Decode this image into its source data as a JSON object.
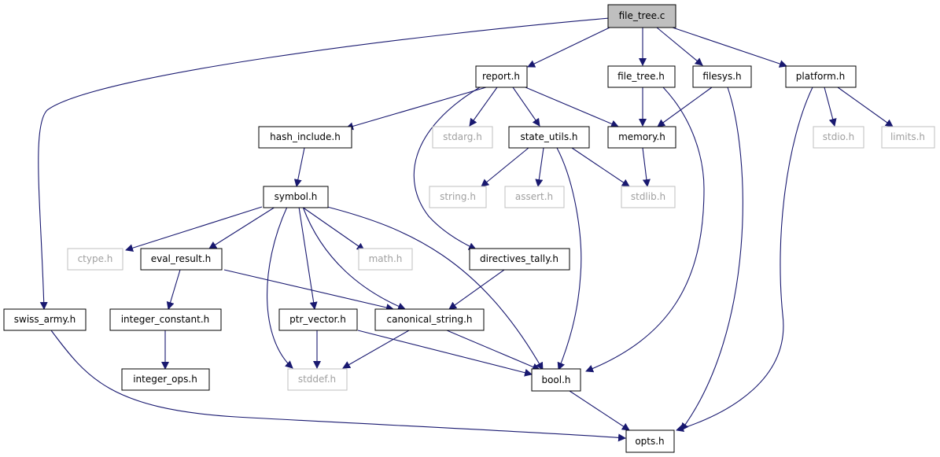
{
  "colors": {
    "edge": "#191970",
    "node_border": "#000000",
    "system_border": "#bfbfbf",
    "root_fill": "#bfbfbf",
    "text": "#000000",
    "system_text": "#a0a0a0"
  },
  "nodes": {
    "file_tree_c": "file_tree.c",
    "report_h": "report.h",
    "file_tree_h": "file_tree.h",
    "filesys_h": "filesys.h",
    "platform_h": "platform.h",
    "hash_include_h": "hash_include.h",
    "stdarg_h": "stdarg.h",
    "state_utils_h": "state_utils.h",
    "memory_h": "memory.h",
    "stdio_h": "stdio.h",
    "limits_h": "limits.h",
    "symbol_h": "symbol.h",
    "string_h": "string.h",
    "assert_h": "assert.h",
    "stdlib_h": "stdlib.h",
    "ctype_h": "ctype.h",
    "eval_result_h": "eval_result.h",
    "math_h": "math.h",
    "directives_tally_h": "directives_tally.h",
    "swiss_army_h": "swiss_army.h",
    "integer_constant_h": "integer_constant.h",
    "ptr_vector_h": "ptr_vector.h",
    "canonical_string_h": "canonical_string.h",
    "integer_ops_h": "integer_ops.h",
    "stddef_h": "stddef.h",
    "bool_h": "bool.h",
    "opts_h": "opts.h"
  }
}
